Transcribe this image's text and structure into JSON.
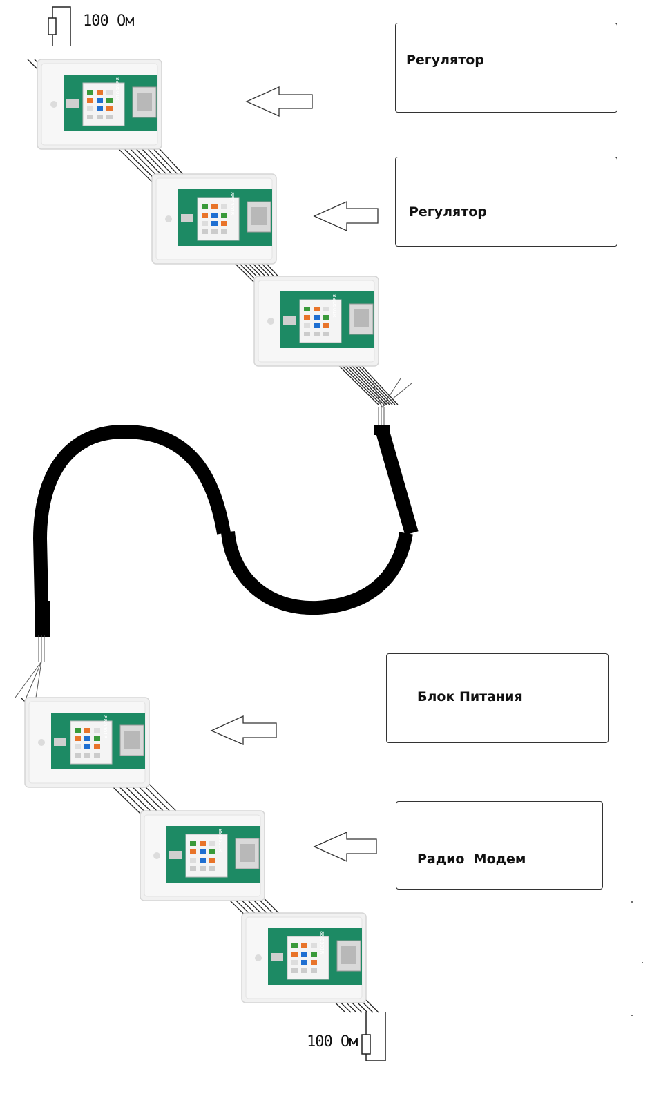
{
  "terminator_top": {
    "label": "100 Ом"
  },
  "terminator_bottom": {
    "label": "100 Ом"
  },
  "devices": [
    {
      "label": "Регулятор"
    },
    {
      "label": "Регулятор"
    },
    {
      "label": "Блок Питания"
    },
    {
      "label": "Радио  Модем"
    }
  ],
  "socket_marking": "88J0501R",
  "colors": {
    "cable": "#000000",
    "pcb": "#1d8a64",
    "wire": "#222222",
    "orange": "#e8742a",
    "blue": "#1f6fd1",
    "green": "#3a9a3a"
  }
}
